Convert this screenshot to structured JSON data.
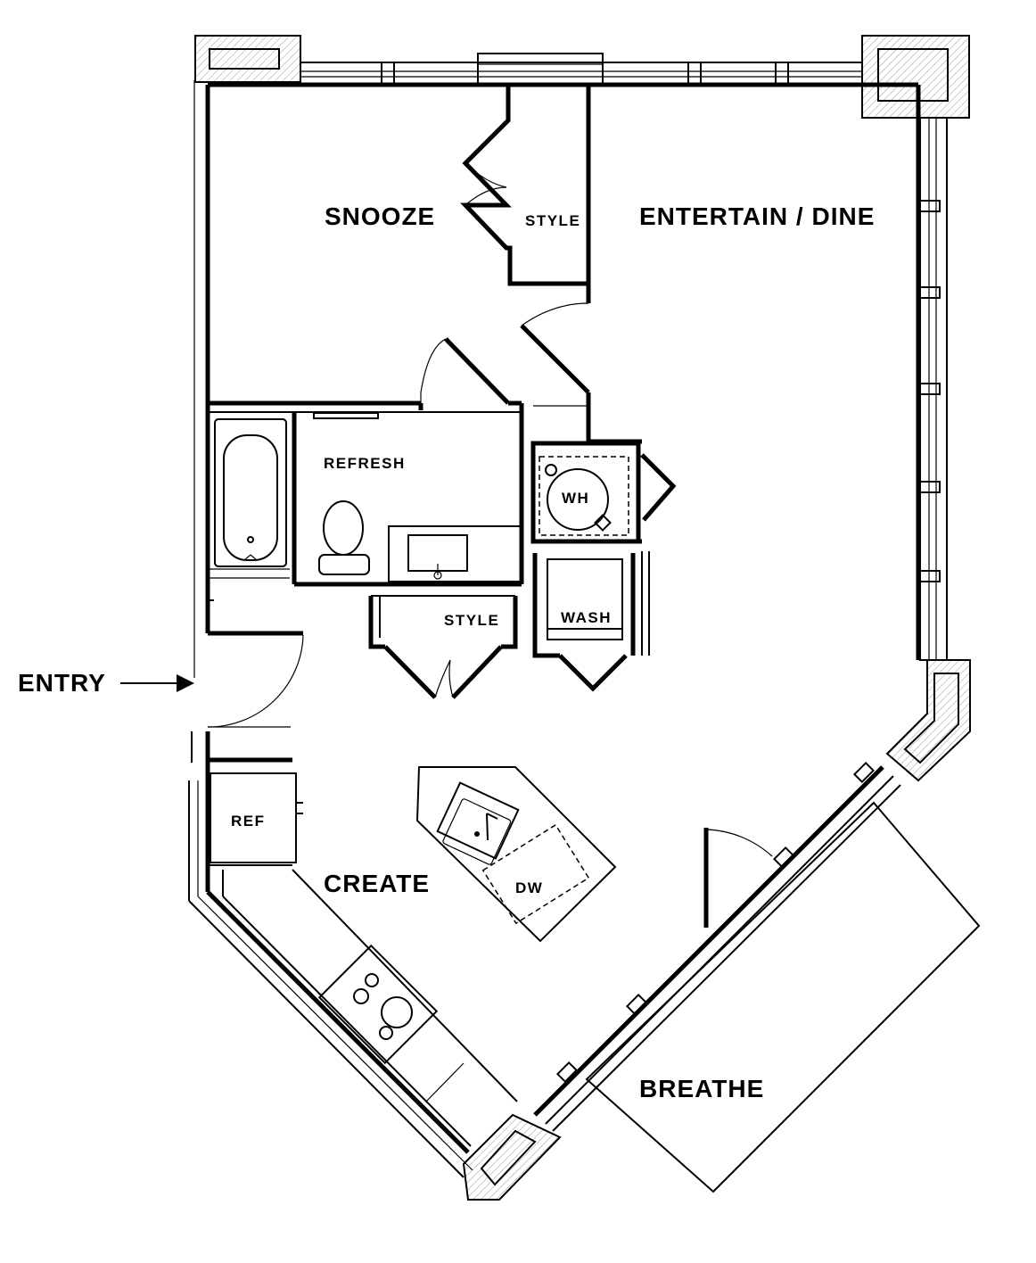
{
  "rooms": {
    "snooze": "SNOOZE",
    "style_bedroom": "STYLE",
    "entertain": "ENTERTAIN / DINE",
    "refresh": "REFRESH",
    "wh": "WH",
    "style_hall": "STYLE",
    "wash": "WASH",
    "ref": "REF",
    "create": "CREATE",
    "dw": "DW",
    "breathe": "BREATHE"
  },
  "entry": {
    "label": "ENTRY"
  }
}
